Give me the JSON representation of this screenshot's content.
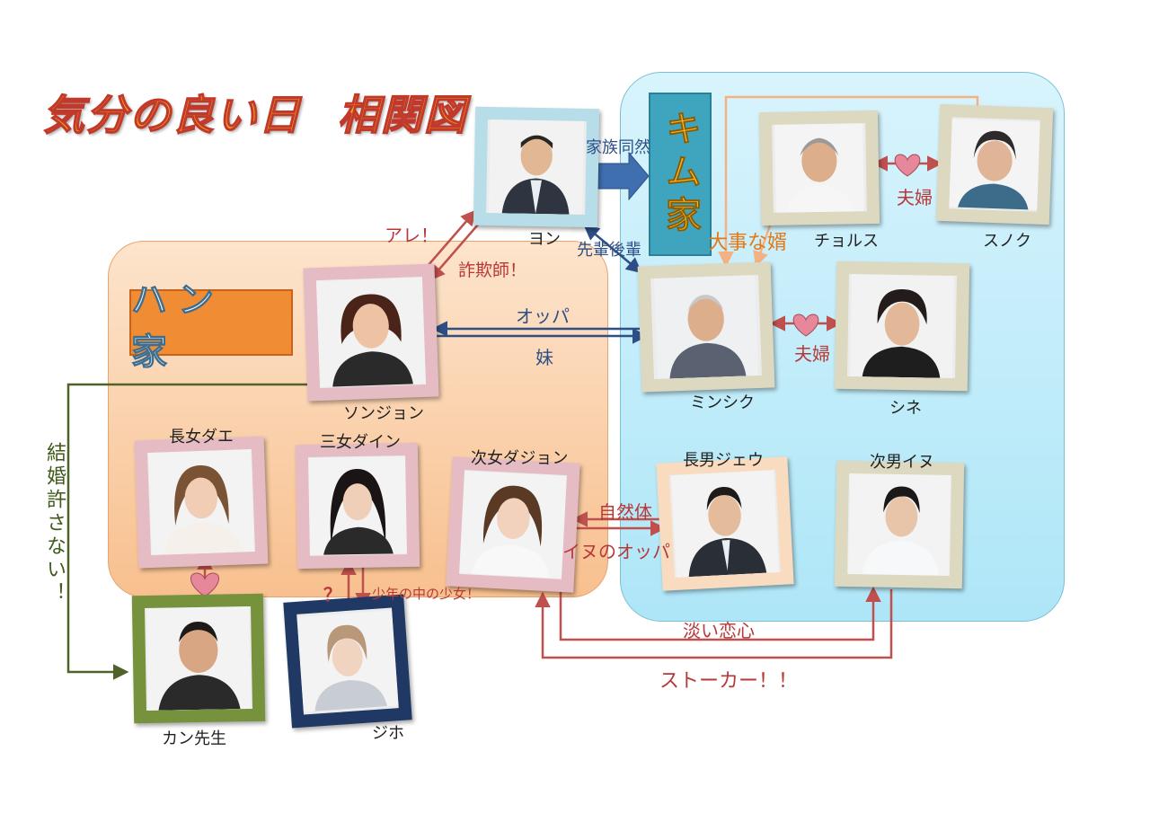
{
  "title": {
    "part1": "気分の良い日",
    "part2": "相関図"
  },
  "families": {
    "han": "ハン 家",
    "kim": "キム家"
  },
  "people": {
    "yon": "ヨン",
    "chorusu": "チョルス",
    "sunoku": "スノク",
    "sonjon": "ソンジョン",
    "minshiku": "ミンシク",
    "shine": "シネ",
    "dae": "長女ダエ",
    "dain": "三女ダイン",
    "dajon": "次女ダジョン",
    "jeu": "長男ジェウ",
    "inu": "次男イヌ",
    "kan": "カン先生",
    "jiho": "ジホ"
  },
  "relations": {
    "family_like": "家族同然",
    "senpai": "先輩後輩",
    "are": "アレ！",
    "sagishi": "詐欺師！",
    "daiji_muko": "大事な婿",
    "fuufu1": "夫婦",
    "fuufu2": "夫婦",
    "oppa": "オッパ",
    "imouto": "妹",
    "shizentai": "自然体",
    "inu_oppa": "イヌのオッパ",
    "awai_koigokoro": "淡い恋心",
    "stalker": "ストーカー！！",
    "shounen": "少年の中の少女！",
    "question": "？",
    "kekkon": "結婚許さない！"
  },
  "colors": {
    "red_arrow": "#c0504d",
    "blue_arrow": "#2d4f86",
    "green_arrow": "#4f6228",
    "orange_arrow": "#f4b183",
    "heart": "#e6889a"
  }
}
